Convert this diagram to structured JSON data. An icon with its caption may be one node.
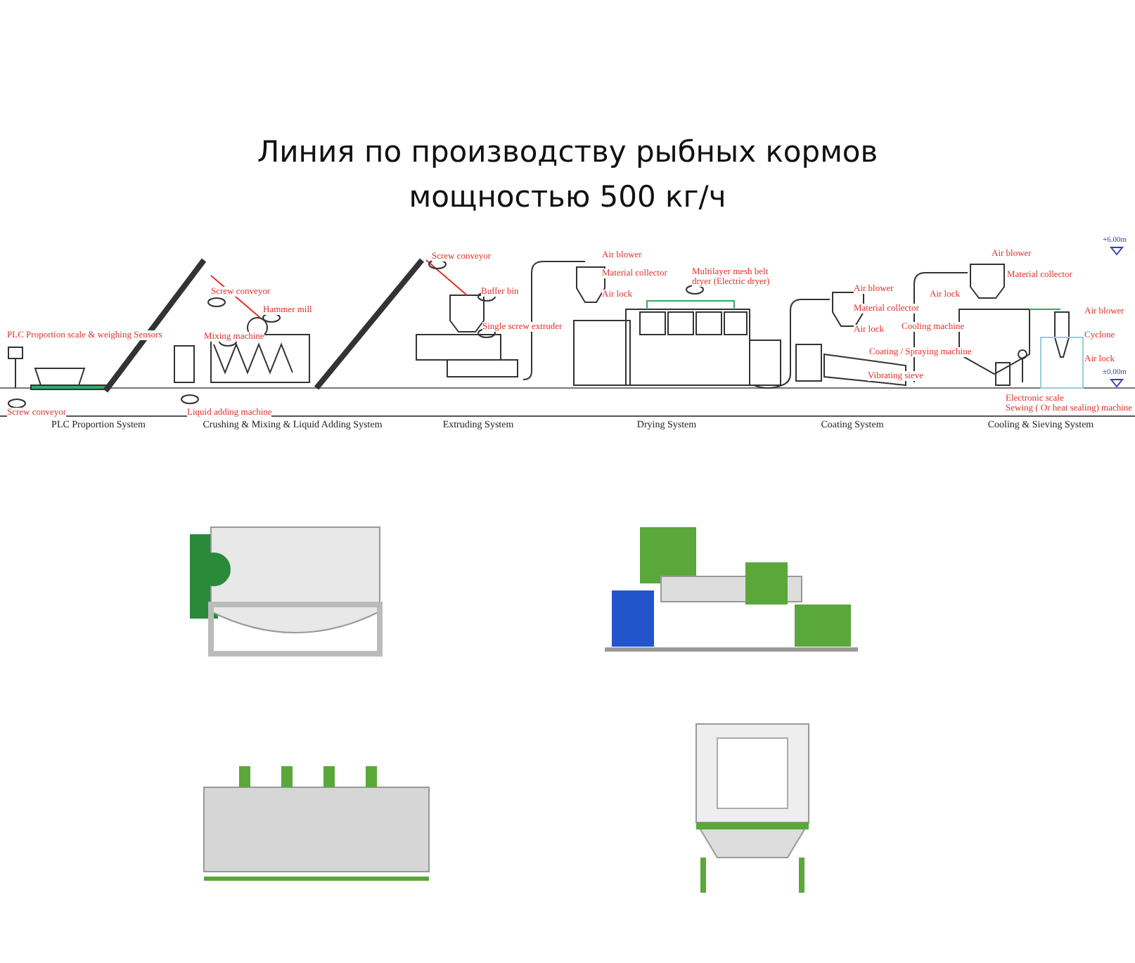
{
  "diagram": {
    "title": "Линия по производству рыбных кормов мощностью 500 кг/ч",
    "labels": [
      "PLC Proportion scale & weighing Sensors",
      "Screw conveyor",
      "Screw conveyor",
      "Hammer mill",
      "Mixing machine",
      "Liquid adding machine",
      "Screw conveyor",
      "Buffer bin",
      "Single screw extruder",
      "Air blower",
      "Material collector",
      "Air lock",
      "Multilayer mesh belt dryer (Electric dryer)",
      "Air blower",
      "Material collector",
      "Air lock",
      "Coating / Spraying machine",
      "Vibrating sieve",
      "Air lock",
      "Cooling machine",
      "Air blower",
      "Material collector",
      "Air blower",
      "Cyclone",
      "Air lock",
      "Electronic scale",
      "Sewing ( Or heat sealing) machine",
      "+6.00m",
      "±0.00m",
      "PLC Proportion System",
      "Crushing & Mixing & Liquid Adding System",
      "Extruding System",
      "Drying System",
      "Coating System",
      "Cooling & Sieving System"
    ]
  }
}
